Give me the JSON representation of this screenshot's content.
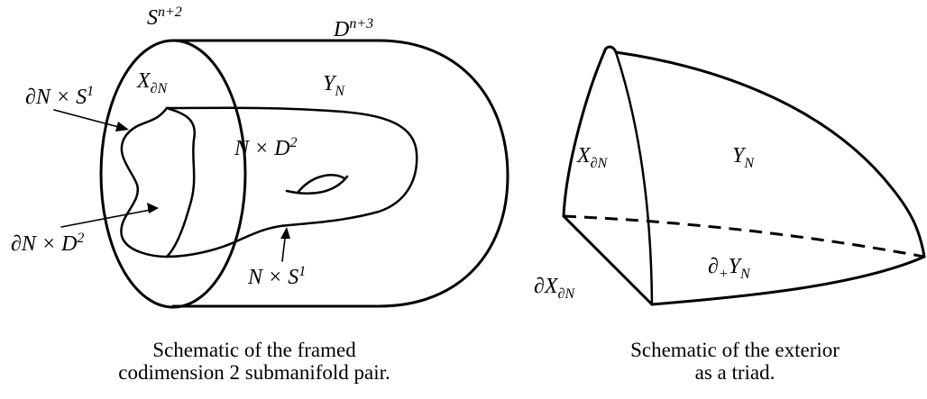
{
  "left_figure": {
    "labels": {
      "sphere": "S",
      "sphere_sup": "n+2",
      "disk": "D",
      "disk_sup": "n+3",
      "x_boundary_main": "X",
      "x_boundary_sub": "∂N",
      "y_n_main": "Y",
      "y_n_sub": "N",
      "boundary_times_circle": "∂N × S",
      "boundary_times_circle_sup": "1",
      "n_times_disk": "N × D",
      "n_times_disk_sup": "2",
      "boundary_times_disk": "∂N × D",
      "boundary_times_disk_sup": "2",
      "n_times_circle": "N × S",
      "n_times_circle_sup": "1"
    },
    "caption_line1": "Schematic of the framed",
    "caption_line2": "codimension 2 submanifold pair."
  },
  "right_figure": {
    "labels": {
      "x_boundary_main": "X",
      "x_boundary_sub": "∂N",
      "y_n_main": "Y",
      "y_n_sub": "N",
      "partial_plus_main": "∂",
      "partial_plus_op": "+",
      "partial_plus_y": "Y",
      "partial_plus_sub": "N",
      "partial_x_main": "∂X",
      "partial_x_sub": "∂N"
    },
    "caption_line1": "Schematic of the exterior",
    "caption_line2": "as a triad."
  }
}
